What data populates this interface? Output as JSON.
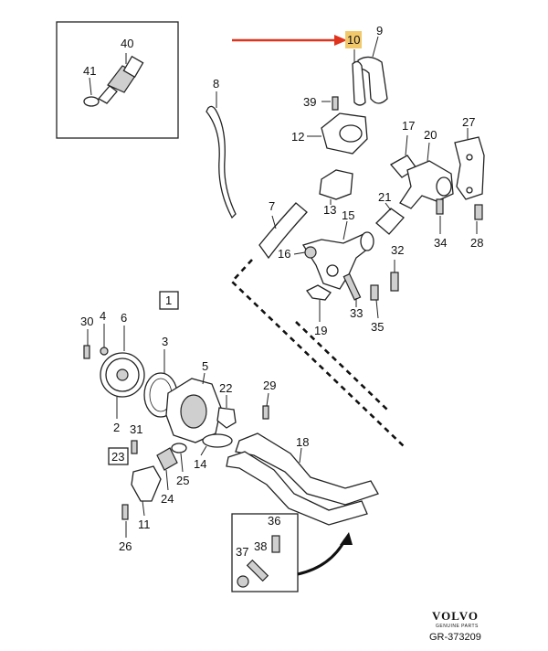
{
  "diagram": {
    "highlighted_part": "10",
    "callouts": [
      "1",
      "2",
      "3",
      "4",
      "5",
      "6",
      "7",
      "8",
      "9",
      "10",
      "11",
      "12",
      "13",
      "14",
      "15",
      "16",
      "17",
      "18",
      "19",
      "20",
      "21",
      "22",
      "23",
      "24",
      "25",
      "26",
      "27",
      "28",
      "29",
      "30",
      "31",
      "32",
      "33",
      "34",
      "35",
      "36",
      "37",
      "38",
      "39",
      "40",
      "41"
    ],
    "brand": "VOLVO",
    "brand_sub": "GENUINE PARTS",
    "figure_code": "GR-373209"
  },
  "colors": {
    "highlight_fill": "#f2c96a",
    "arrow": "#e0331e",
    "line": "#222222"
  }
}
